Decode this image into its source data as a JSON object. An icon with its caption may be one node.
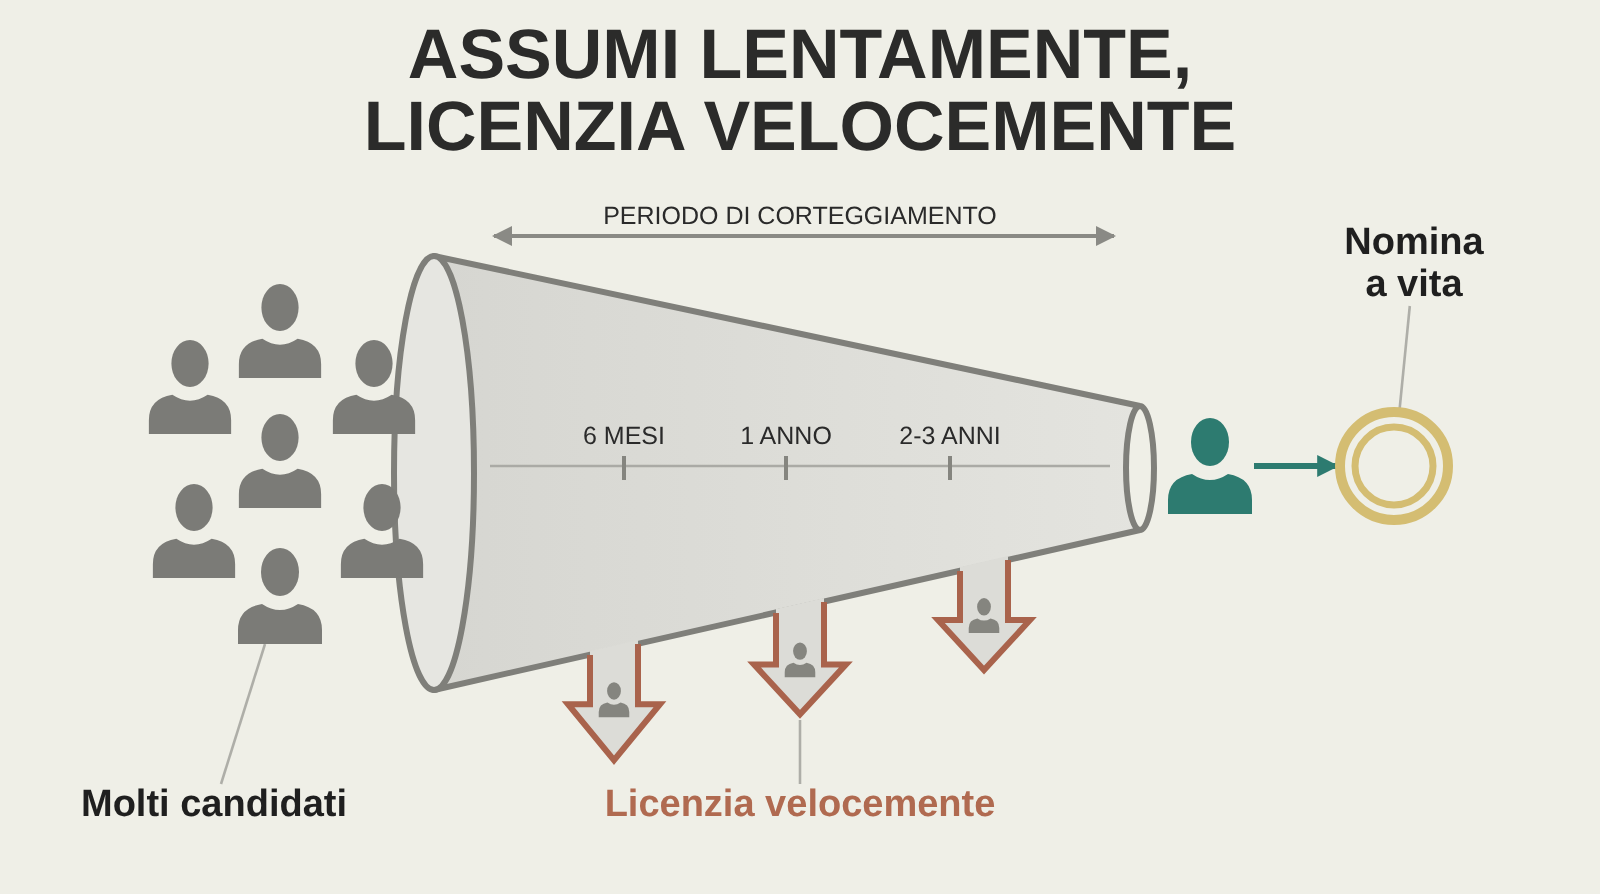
{
  "diagram": {
    "title": "ASSUMI LENTAMENTE, LICENZIA VELOCEMENTE",
    "nodes": [
      {
        "text": [
          "Nomina a vita"
        ]
      },
      {
        "text": [],
        "shape": "person"
      },
      {
        "text": [],
        "shape": "person"
      },
      {
        "text": [],
        "shape": "circle"
      },
      {
        "text": [],
        "shape": "arrow"
      },
      {
        "text": [],
        "shape": "arrow"
      },
      {
        "text": [],
        "shape": "arrow"
      },
      {
        "text": [
          "Molti candidati"
        ]
      },
      {
        "text": [
          "Licenzia velocemente"
        ]
      }
    ],
    "edges": [
      {
        "from": 2,
        "to": 3,
        "arrow": "to",
        "style": "thick",
        "color": "#2d7b70"
      },
      {
        "from": 0,
        "to": 3,
        "arrow": "none"
      },
      {
        "from": 7,
        "to": 1,
        "arrow": "none"
      },
      {
        "from": 8,
        "to": 5,
        "arrow": "none"
      }
    ],
    "labels": [
      "PERIODO DI CORTEGGIAMENTO",
      "6 MESI",
      "1 ANNO",
      "2-3 ANNI"
    ]
  }
}
